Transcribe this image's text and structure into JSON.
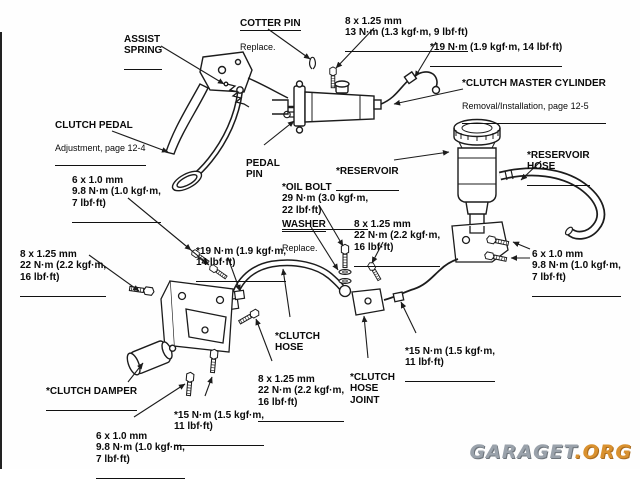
{
  "colors": {
    "ink": "#1c1c1c",
    "background": "#ffffff",
    "watermark_gray": "#9aa2ab",
    "watermark_orange": "#d9912f"
  },
  "watermark": {
    "main": "GARAGET",
    "suffix": ".ORG"
  },
  "labels": {
    "assist_spring": {
      "title": "ASSIST\nSPRING"
    },
    "cotter_pin": {
      "title": "COTTER PIN",
      "sub": "Replace."
    },
    "spec_cotter_bolt": {
      "title": "8 x 1.25 mm\n13 N·m (1.3 kgf·m, 9 lbf·ft)"
    },
    "torque_19_top": {
      "title": "*19 N·m (1.9 kgf·m, 14 lbf·ft)"
    },
    "clutch_master_cylinder": {
      "title": "*CLUTCH MASTER CYLINDER",
      "sub": "Removal/Installation, page 12-5"
    },
    "clutch_pedal": {
      "title": "CLUTCH PEDAL",
      "sub": "Adjustment, page 12-4"
    },
    "pedal_pin": {
      "title": "PEDAL\nPIN"
    },
    "reservoir": {
      "title": "*RESERVOIR"
    },
    "reservoir_hose": {
      "title": "*RESERVOIR\nHOSE"
    },
    "spec_6x10_left": {
      "title": "6 x 1.0 mm\n9.8 N·m (1.0 kgf·m,\n7 lbf·ft)"
    },
    "oil_bolt": {
      "title": "*OIL BOLT\n29 N·m (3.0 kgf·m,\n22 lbf·ft)"
    },
    "washer": {
      "title": "WASHER",
      "sub": "Replace."
    },
    "spec_8x125_mid": {
      "title": "8 x 1.25 mm\n22 N·m (2.2 kgf·m,\n16 lbf·ft)"
    },
    "spec_8x125_left": {
      "title": "8 x 1.25 mm\n22 N·m (2.2 kgf·m,\n16 lbf·ft)"
    },
    "torque_19_mid": {
      "title": "*19 N·m (1.9 kgf·m,\n14 lbf·ft)"
    },
    "spec_6x10_right": {
      "title": "6 x 1.0 mm\n9.8 N·m (1.0 kgf·m,\n7 lbf·ft)"
    },
    "clutch_hose": {
      "title": "*CLUTCH\nHOSE"
    },
    "torque_15_right": {
      "title": "*15 N·m (1.5 kgf·m,\n11 lbf·ft)"
    },
    "clutch_damper": {
      "title": "*CLUTCH DAMPER"
    },
    "spec_8x125_bottom": {
      "title": "8 x 1.25 mm\n22 N·m (2.2 kgf·m,\n16 lbf·ft)"
    },
    "torque_15_bottom": {
      "title": "*15 N·m (1.5 kgf·m,\n11 lbf·ft)"
    },
    "clutch_hose_joint": {
      "title": "*CLUTCH\nHOSE\nJOINT"
    },
    "spec_6x10_bottom": {
      "title": "6 x 1.0 mm\n9.8 N·m (1.0 kgf·m,\n7 lbf·ft)"
    }
  }
}
